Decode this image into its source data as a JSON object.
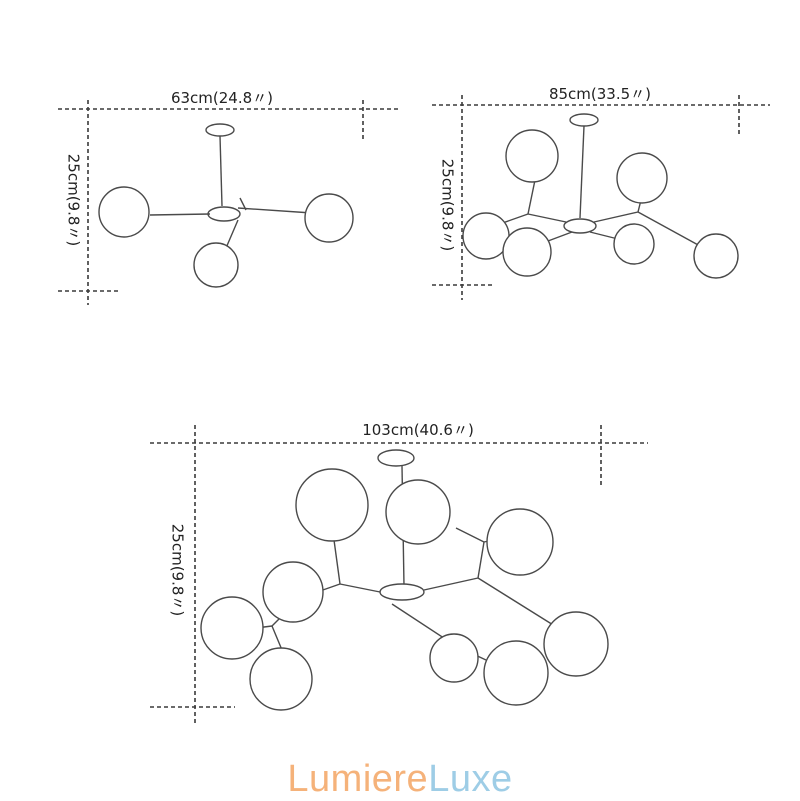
{
  "diagrams": [
    {
      "width_label": "63cm(24.8〃)",
      "height_label": "25cm(9.8〃)"
    },
    {
      "width_label": "85cm(33.5〃)",
      "height_label": "25cm(9.8〃)"
    },
    {
      "width_label": "103cm(40.6〃)",
      "height_label": "25cm(9.8〃)"
    }
  ],
  "brand": {
    "part1": "Lumiere",
    "part2": "Luxe"
  },
  "colors": {
    "line": "#3a3a3a",
    "brand_warm": "#f5b27a",
    "brand_cool": "#9ecde6"
  }
}
